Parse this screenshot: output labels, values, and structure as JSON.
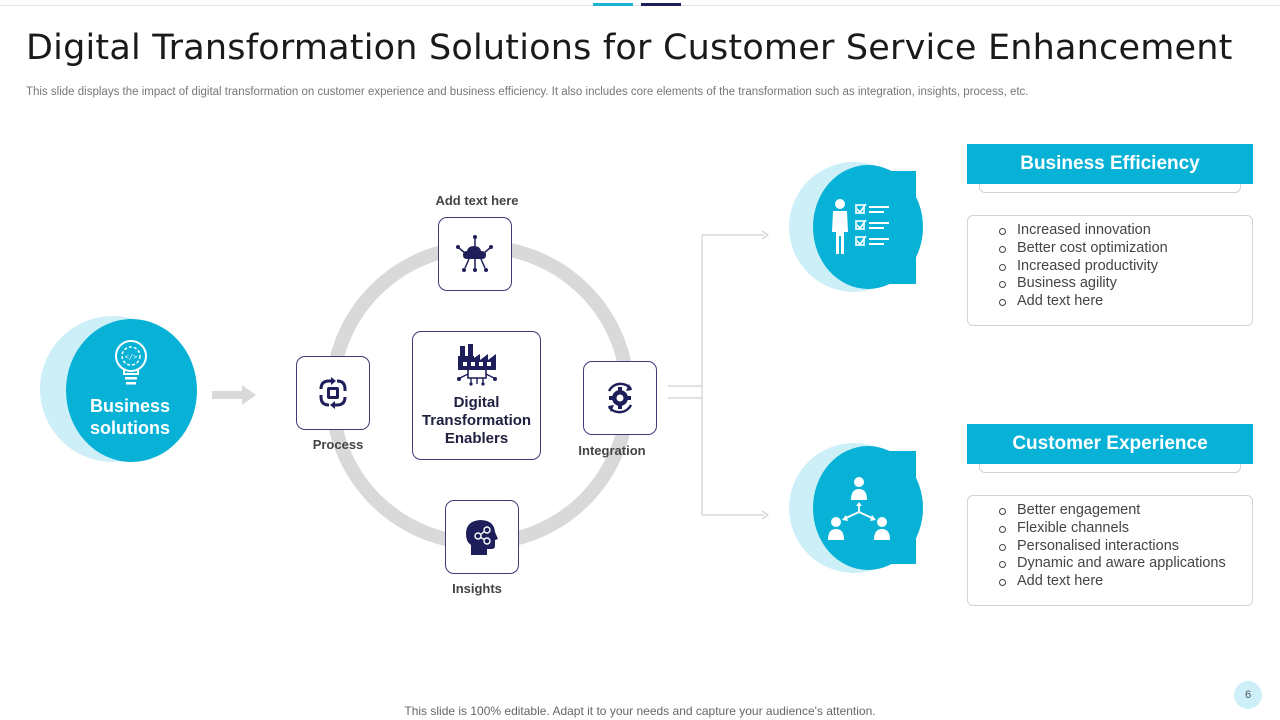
{
  "slide": {
    "title": "Digital Transformation Solutions for Customer Service Enhancement",
    "subtitle": "This slide displays the impact of digital transformation on customer experience and business efficiency. It also includes core elements of the transformation such as integration, insights, process, etc.",
    "footer": "This slide is 100% editable. Adapt it to your needs and capture your audience's attention.",
    "page_number": "6"
  },
  "colors": {
    "accent": "#08b2d7",
    "accent_light": "#cdeff8",
    "navy": "#1e1e5a",
    "ring": "#d9d9d9"
  },
  "business_solutions": {
    "label_line1": "Business",
    "label_line2": "solutions",
    "icon": "lightbulb-code-icon"
  },
  "cycle": {
    "center": {
      "line1": "Digital",
      "line2": "Transformation",
      "line3": "Enablers",
      "icon": "factory-chip-icon"
    },
    "top": {
      "label": "Add text here",
      "icon": "cloud-network-icon"
    },
    "left": {
      "label": "Process",
      "icon": "process-cycle-icon"
    },
    "right": {
      "label": "Integration",
      "icon": "gear-cycle-icon"
    },
    "bottom": {
      "label": "Insights",
      "icon": "head-network-icon"
    }
  },
  "business_efficiency": {
    "title": "Business Efficiency",
    "icon": "person-checklist-icon",
    "items": [
      "Increased innovation",
      "Better cost optimization",
      "Increased productivity",
      "Business agility",
      "Add text here"
    ]
  },
  "customer_experience": {
    "title": "Customer Experience",
    "icon": "people-network-icon",
    "items": [
      "Better engagement",
      "Flexible channels",
      "Personalised interactions",
      "Dynamic and aware applications",
      "Add text here"
    ]
  }
}
